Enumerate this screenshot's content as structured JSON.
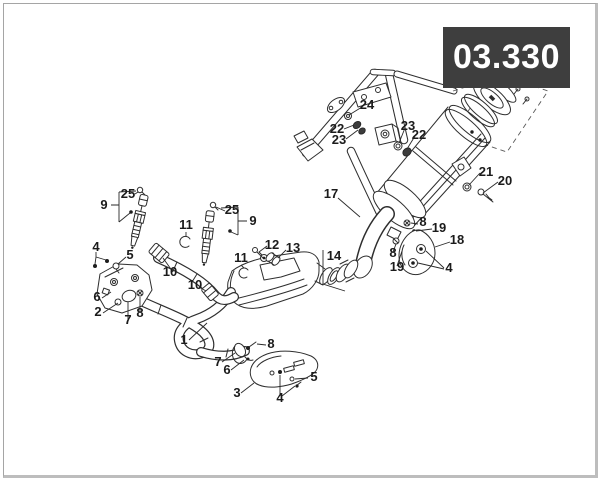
{
  "page": {
    "code": "03.330"
  },
  "colors": {
    "badge_bg": "#3e3e3e",
    "badge_text": "#ffffff",
    "line": "#2e2e2e",
    "paper": "#ffffff",
    "border": "#a5a5a5"
  },
  "callouts": [
    {
      "label": "24"
    },
    {
      "label": "22"
    },
    {
      "label": "23"
    },
    {
      "label": "23"
    },
    {
      "label": "22"
    },
    {
      "label": "21"
    },
    {
      "label": "20"
    },
    {
      "label": "17"
    },
    {
      "label": "25"
    },
    {
      "label": "9"
    },
    {
      "label": "11"
    },
    {
      "label": "25"
    },
    {
      "label": "9"
    },
    {
      "label": "12"
    },
    {
      "label": "13"
    },
    {
      "label": "11"
    },
    {
      "label": "14"
    },
    {
      "label": "8"
    },
    {
      "label": "19"
    },
    {
      "label": "18"
    },
    {
      "label": "8"
    },
    {
      "label": "19"
    },
    {
      "label": "4"
    },
    {
      "label": "4"
    },
    {
      "label": "5"
    },
    {
      "label": "6"
    },
    {
      "label": "2"
    },
    {
      "label": "7"
    },
    {
      "label": "8"
    },
    {
      "label": "10"
    },
    {
      "label": "10"
    },
    {
      "label": "1"
    },
    {
      "label": "8"
    },
    {
      "label": "7"
    },
    {
      "label": "6"
    },
    {
      "label": "3"
    },
    {
      "label": "4"
    },
    {
      "label": "5"
    }
  ]
}
